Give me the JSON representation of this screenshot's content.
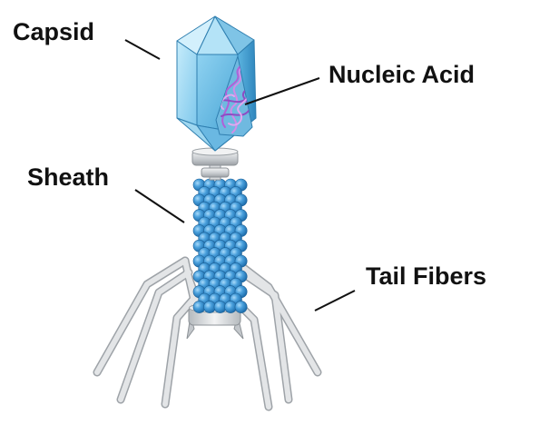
{
  "labels": {
    "capsid": "Capsid",
    "nucleic_acid": "Nucleic Acid",
    "sheath": "Sheath",
    "tail_fibers": "Tail Fibers"
  },
  "colors": {
    "capsid_light": "#a8dcf3",
    "capsid_mid": "#6cc0e8",
    "capsid_dark": "#3d9ccc",
    "sheath_bead": "#3a8fcf",
    "sheath_bead_highlight": "#9fd3f5",
    "nucleic_acid": "#b060d8",
    "fiber": "#d4d7da",
    "fiber_edge": "#9ea3a8",
    "collar": "#c9cdd1",
    "leader_line": "#111111"
  }
}
